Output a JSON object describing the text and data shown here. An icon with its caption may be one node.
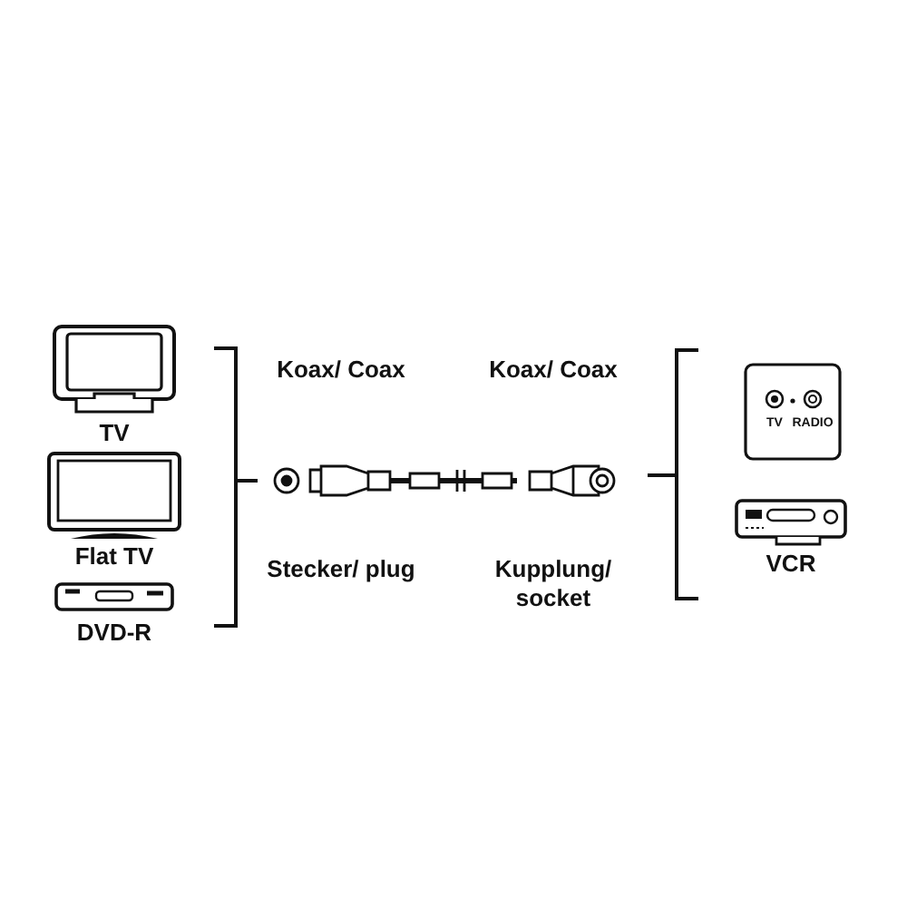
{
  "diagram": {
    "nodes": [
      {
        "text": [
          "TV"
        ]
      },
      {
        "text": [
          "Flat TV"
        ]
      },
      {
        "text": [
          "DVD-R"
        ]
      },
      {
        "text": [
          "TV",
          "RADIO"
        ]
      },
      {
        "text": [
          "VCR"
        ]
      }
    ],
    "labels": [
      "Koax/ Coax",
      "Koax/ Coax",
      "Stecker/ plug",
      "Kupplung/ socket"
    ]
  }
}
